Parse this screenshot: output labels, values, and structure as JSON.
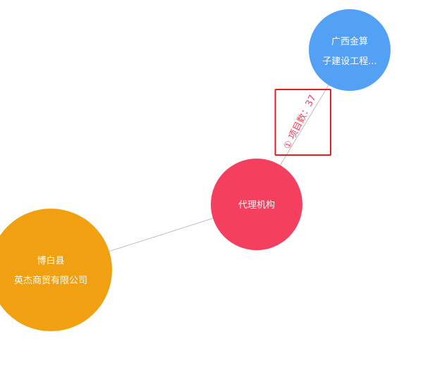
{
  "nodes": {
    "agency": {
      "label": "代理机构",
      "color": "#F43F5E"
    },
    "guangxi": {
      "label_line1": "广西金算",
      "label_line2": "子建设工程...",
      "color": "#52A1F5"
    },
    "bobai": {
      "label_line1": "博白县",
      "label_line2": "英杰商贸有限公司",
      "color": "#F0A010"
    }
  },
  "edges": {
    "agency_guangxi": {
      "label": "① 项目数：37",
      "color": "#F43F5E",
      "highlight_box_color": "#E5201C"
    }
  },
  "line_color": "#BDBDBD"
}
